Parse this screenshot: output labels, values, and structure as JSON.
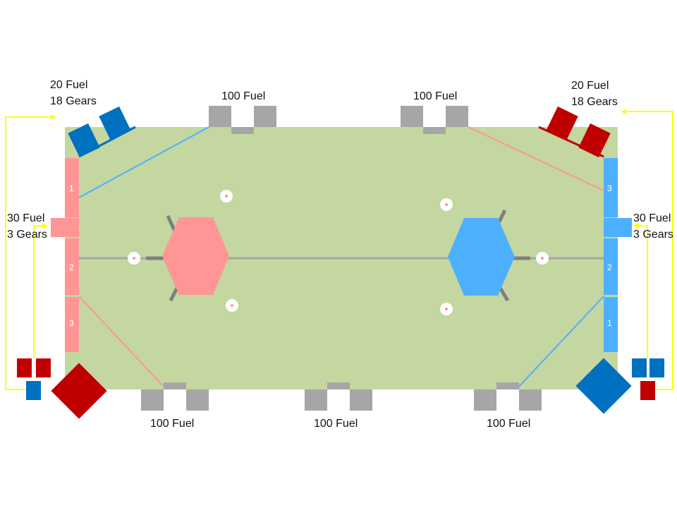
{
  "colors": {
    "field": "#c4d7a0",
    "red_team": "#c00000",
    "red_light": "#ff9595",
    "blue_team": "#0070c0",
    "blue_light": "#4db0ff",
    "gray": "#a6a6a6",
    "dark_gray": "#7f7f7f",
    "arrow": "#ffff00"
  },
  "labels": {
    "top_left": "20 Fuel\n18 Gears",
    "top_right": "20 Fuel\n18 Gears",
    "mid_left": "30 Fuel\n3 Gears",
    "mid_right": "30 Fuel\n3 Gears",
    "top_center_left": "100 Fuel",
    "top_center_right": "100 Fuel",
    "bottom_left": "100 Fuel",
    "bottom_center": "100 Fuel",
    "bottom_right": "100 Fuel"
  },
  "stations": {
    "red": [
      "1",
      "2",
      "3"
    ],
    "blue": [
      "3",
      "2",
      "1"
    ]
  }
}
